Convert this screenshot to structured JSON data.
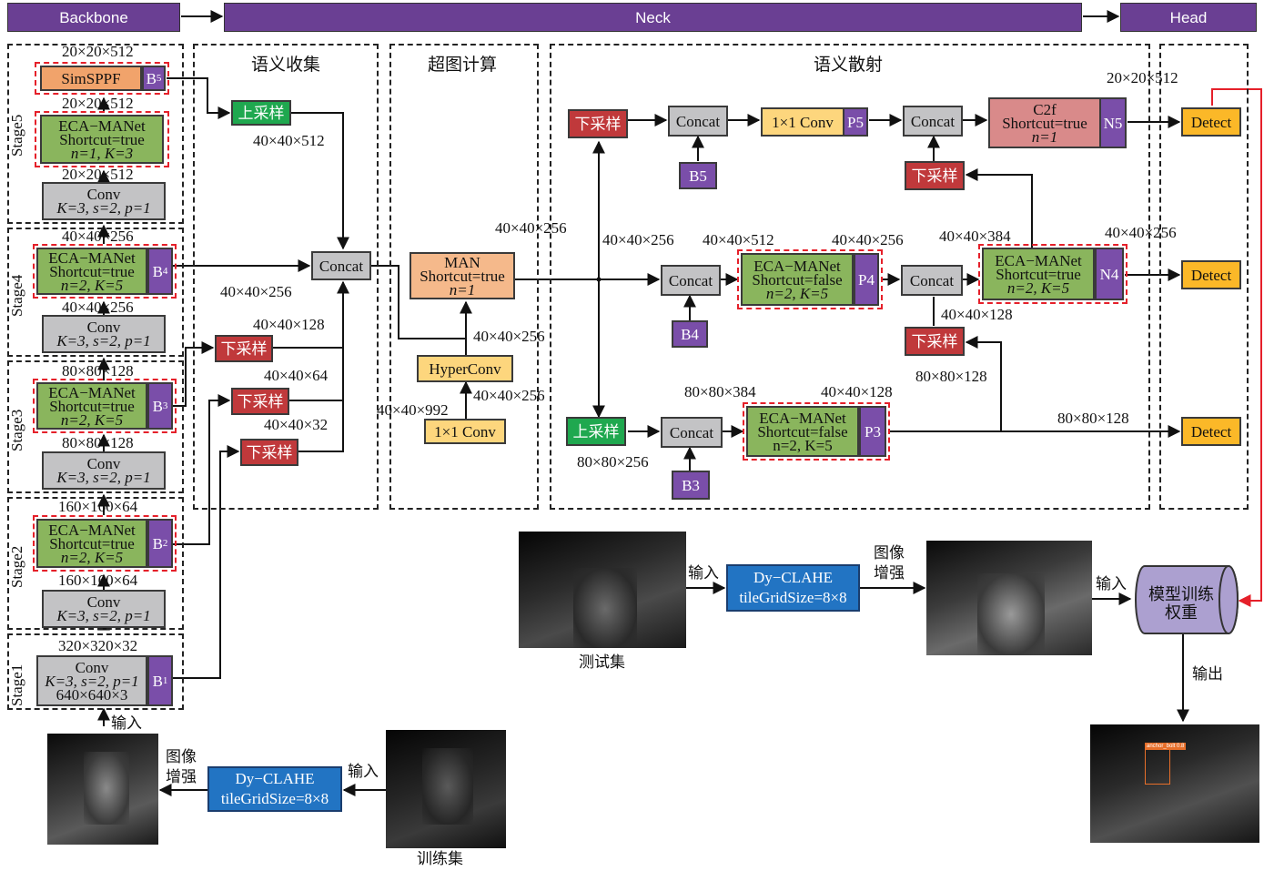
{
  "header": {
    "backbone": "Backbone",
    "neck": "Neck",
    "head": "Head"
  },
  "sections": {
    "collect": "语义收集",
    "hyper": "超图计算",
    "scatter": "语义散射"
  },
  "stages": {
    "s5": "Stage5",
    "s4": "Stage4",
    "s3": "Stage3",
    "s2": "Stage2",
    "s1": "Stage1"
  },
  "backbone": {
    "simsppf": "SimSPPF",
    "b5": "B",
    "b5s": "5",
    "eca5": [
      "ECA−MANet",
      "Shortcut=true",
      "n=1, K=3"
    ],
    "conv5": [
      "Conv",
      "K=3, s=2, p=1"
    ],
    "eca4": [
      "ECA−MANet",
      "Shortcut=true",
      "n=2, K=5"
    ],
    "b4": "B",
    "b4s": "4",
    "conv4": [
      "Conv",
      "K=3, s=2, p=1"
    ],
    "eca3": [
      "ECA−MANet",
      "Shortcut=true",
      "n=2, K=5"
    ],
    "b3": "B",
    "b3s": "3",
    "conv3": [
      "Conv",
      "K=3, s=2, p=1"
    ],
    "eca2": [
      "ECA−MANet",
      "Shortcut=true",
      "n=2, K=5"
    ],
    "b2": "B",
    "b2s": "2",
    "conv2": [
      "Conv",
      "K=3, s=2, p=1"
    ],
    "conv1": [
      "Conv",
      "K=3, s=2, p=1",
      "640×640×3"
    ],
    "b1": "B",
    "b1s": "1",
    "dims": {
      "d1": "20×20×512",
      "d2": "20×20×512",
      "d3": "20×20×512",
      "d4": "40×40×256",
      "d5": "40×40×256",
      "d6": "80×80×128",
      "d7": "80×80×128",
      "d8": "160×160×64",
      "d9": "160×160×64",
      "d10": "320×320×32"
    }
  },
  "collect": {
    "upsample": "上采样",
    "concat": "Concat",
    "ds1": "下采样",
    "ds2": "下采样",
    "ds3": "下采样",
    "dims": {
      "a": "40×40×512",
      "b": "40×40×256",
      "c": "40×40×128",
      "d": "40×40×64",
      "e": "40×40×32"
    }
  },
  "hyper": {
    "man": [
      "MAN",
      "Shortcut=true",
      "n=1"
    ],
    "hyperconv": "HyperConv",
    "conv11": "1×1 Conv",
    "dims": {
      "a": "40×40×256",
      "b": "40×40×256",
      "c": "40×40×256",
      "d": "40×40×992"
    }
  },
  "scatter": {
    "ds_top": "下采样",
    "concat_top": "Concat",
    "b5": "B5",
    "conv11": "1×1 Conv",
    "p5": "P5",
    "concat_top2": "Concat",
    "c2f": [
      "C2f",
      "Shortcut=true",
      "n=1"
    ],
    "n5": "N5",
    "ds_right": "下采样",
    "concat_mid": "Concat",
    "b4": "B4",
    "eca_p4": [
      "ECA−MANet",
      "Shortcut=false",
      "n=2, K=5"
    ],
    "p4": "P4",
    "concat_mid2": "Concat",
    "eca_n4": [
      "ECA−MANet",
      "Shortcut=true",
      "n=2, K=5"
    ],
    "n4": "N4",
    "ds_mid": "下采样",
    "us_bottom": "上采样",
    "concat_bot": "Concat",
    "b3": "B3",
    "eca_p3": [
      "ECA−MANet",
      "Shortcut=false",
      "n=2, K=5"
    ],
    "p3": "P3",
    "dims": {
      "a": "40×40×256",
      "b": "40×40×512",
      "c": "40×40×256",
      "d": "40×40×384",
      "e": "40×40×256",
      "f": "40×40×128",
      "g": "80×80×128",
      "h": "80×80×384",
      "i": "40×40×128",
      "j": "80×80×128",
      "k": "80×80×256",
      "l": "20×20×512"
    }
  },
  "head": {
    "detect1": "Detect",
    "detect2": "Detect",
    "detect3": "Detect"
  },
  "pipeline": {
    "input1": "输入",
    "clahe_test": [
      "Dy−CLAHE",
      "tileGridSize=8×8"
    ],
    "enhance1": [
      "图像",
      "增强"
    ],
    "input2": "输入",
    "model": [
      "模型训练",
      "权重"
    ],
    "test_set": "测试集",
    "output": "输出",
    "input3": "输入",
    "enhance2": [
      "图像",
      "增强"
    ],
    "clahe_train": [
      "Dy−CLAHE",
      "tileGridSize=8×8"
    ],
    "input4": "输入",
    "train_set": "训练集",
    "det_label": "anchor_bolt 0.8"
  }
}
